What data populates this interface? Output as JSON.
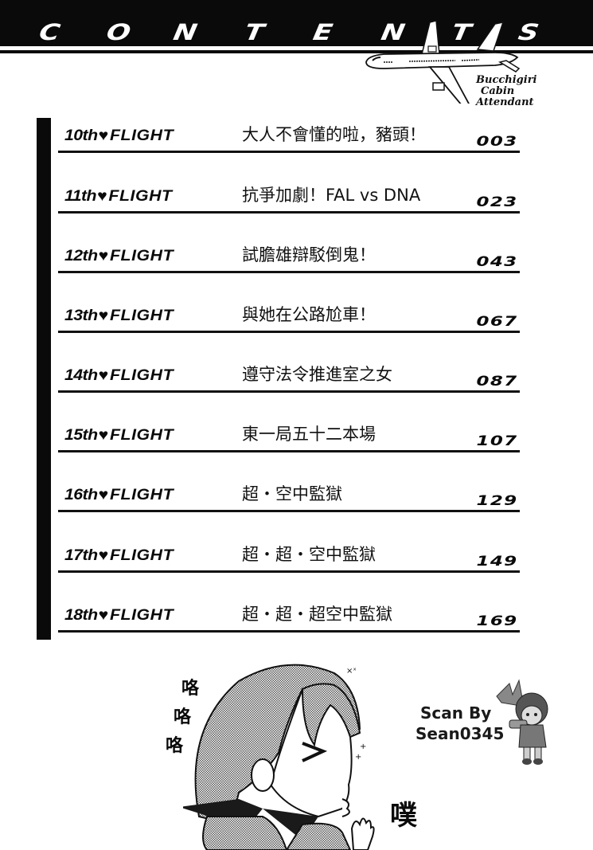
{
  "header": {
    "title_letters": [
      "C",
      "O",
      "N",
      "T",
      "E",
      "N",
      "T",
      "S"
    ],
    "title": "CONTENTS"
  },
  "logo": {
    "lines": [
      "Bucchigiri",
      "Cabin",
      "Attendant"
    ]
  },
  "toc": {
    "entries": [
      {
        "num": "10th",
        "heart": "♥",
        "label": "FLIGHT",
        "title": "大人不會懂的啦，豬頭！",
        "page": "003"
      },
      {
        "num": "11th",
        "heart": "♥",
        "label": "FLIGHT",
        "title": "抗爭加劇！FAL vs DNA",
        "page": "023"
      },
      {
        "num": "12th",
        "heart": "♥",
        "label": "FLIGHT",
        "title": "試膽雄辯駁倒鬼！",
        "page": "043"
      },
      {
        "num": "13th",
        "heart": "♥",
        "label": "FLIGHT",
        "title": "與她在公路尬車！",
        "page": "067"
      },
      {
        "num": "14th",
        "heart": "♥",
        "label": "FLIGHT",
        "title": "遵守法令推進室之女",
        "page": "087"
      },
      {
        "num": "15th",
        "heart": "♥",
        "label": "FLIGHT",
        "title": "東一局五十二本場",
        "page": "107"
      },
      {
        "num": "16th",
        "heart": "♥",
        "label": "FLIGHT",
        "title": "超・空中監獄",
        "page": "129"
      },
      {
        "num": "17th",
        "heart": "♥",
        "label": "FLIGHT",
        "title": "超・超・空中監獄",
        "page": "149"
      },
      {
        "num": "18th",
        "heart": "♥",
        "label": "FLIGHT",
        "title": "超・超・超空中監獄",
        "page": "169"
      }
    ]
  },
  "illustration": {
    "sfx_left": [
      "咯",
      "咯",
      "咯"
    ],
    "sfx_right": "噗"
  },
  "credit": {
    "line1": "Scan By",
    "line2": "Sean0345"
  },
  "colors": {
    "ink": "#0a0a0a",
    "paper": "#ffffff"
  }
}
